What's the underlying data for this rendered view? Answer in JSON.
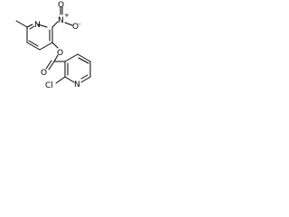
{
  "molecule": {
    "atoms": {
      "nitro_n": "N",
      "nitro_o_top": "O",
      "nitro_o_left": "O",
      "nitro_charge_plus": "+",
      "nitro_charge_minus": "-",
      "ring1_n": "N",
      "ester_o": "O",
      "carbonyl_o": "O",
      "ring2_n": "N",
      "cl": "Cl"
    }
  }
}
